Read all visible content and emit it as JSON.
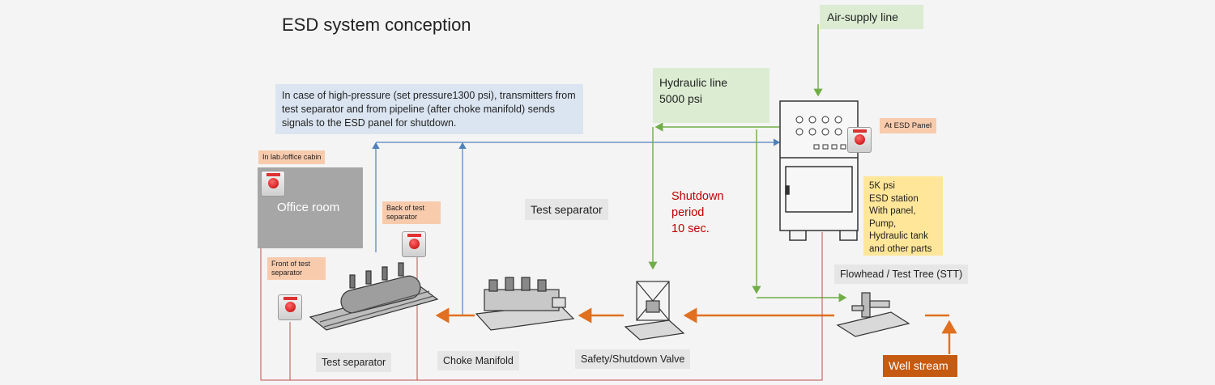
{
  "title": "ESD system conception",
  "note": "In case of high-pressure (set pressure1300 psi), transmitters from test separator and from pipeline (after choke manifold) sends signals to the ESD panel for shutdown.",
  "air_supply": "Air-supply line",
  "hydraulic": {
    "line1": "Hydraulic line",
    "line2": "5000 psi"
  },
  "labels": {
    "in_lab": "In lab./office cabin",
    "office_room": "Office room",
    "back_test_sep": "Back of test separator",
    "front_test_sep": "Front of test separator",
    "at_esd_panel": "At ESD Panel",
    "test_separator_mid": "Test separator",
    "test_separator_bottom": "Test separator",
    "choke_manifold": "Choke Manifold",
    "ssv": "Safety/Shutdown Valve",
    "flowhead": "Flowhead / Test Tree (STT)",
    "well_stream": "Well stream"
  },
  "shutdown": {
    "line1": "Shutdown",
    "line2": "period",
    "line3": "10 sec."
  },
  "esd_station": [
    "5K psi",
    "ESD station",
    "With panel,",
    "Pump,",
    "Hydraulic tank",
    "and other parts"
  ],
  "colors": {
    "signal": "#4f81bd",
    "hydraulic": "#70ad47",
    "flow": "#e07020",
    "electric": "#c0504d",
    "shutdown_text": "#c00000"
  }
}
